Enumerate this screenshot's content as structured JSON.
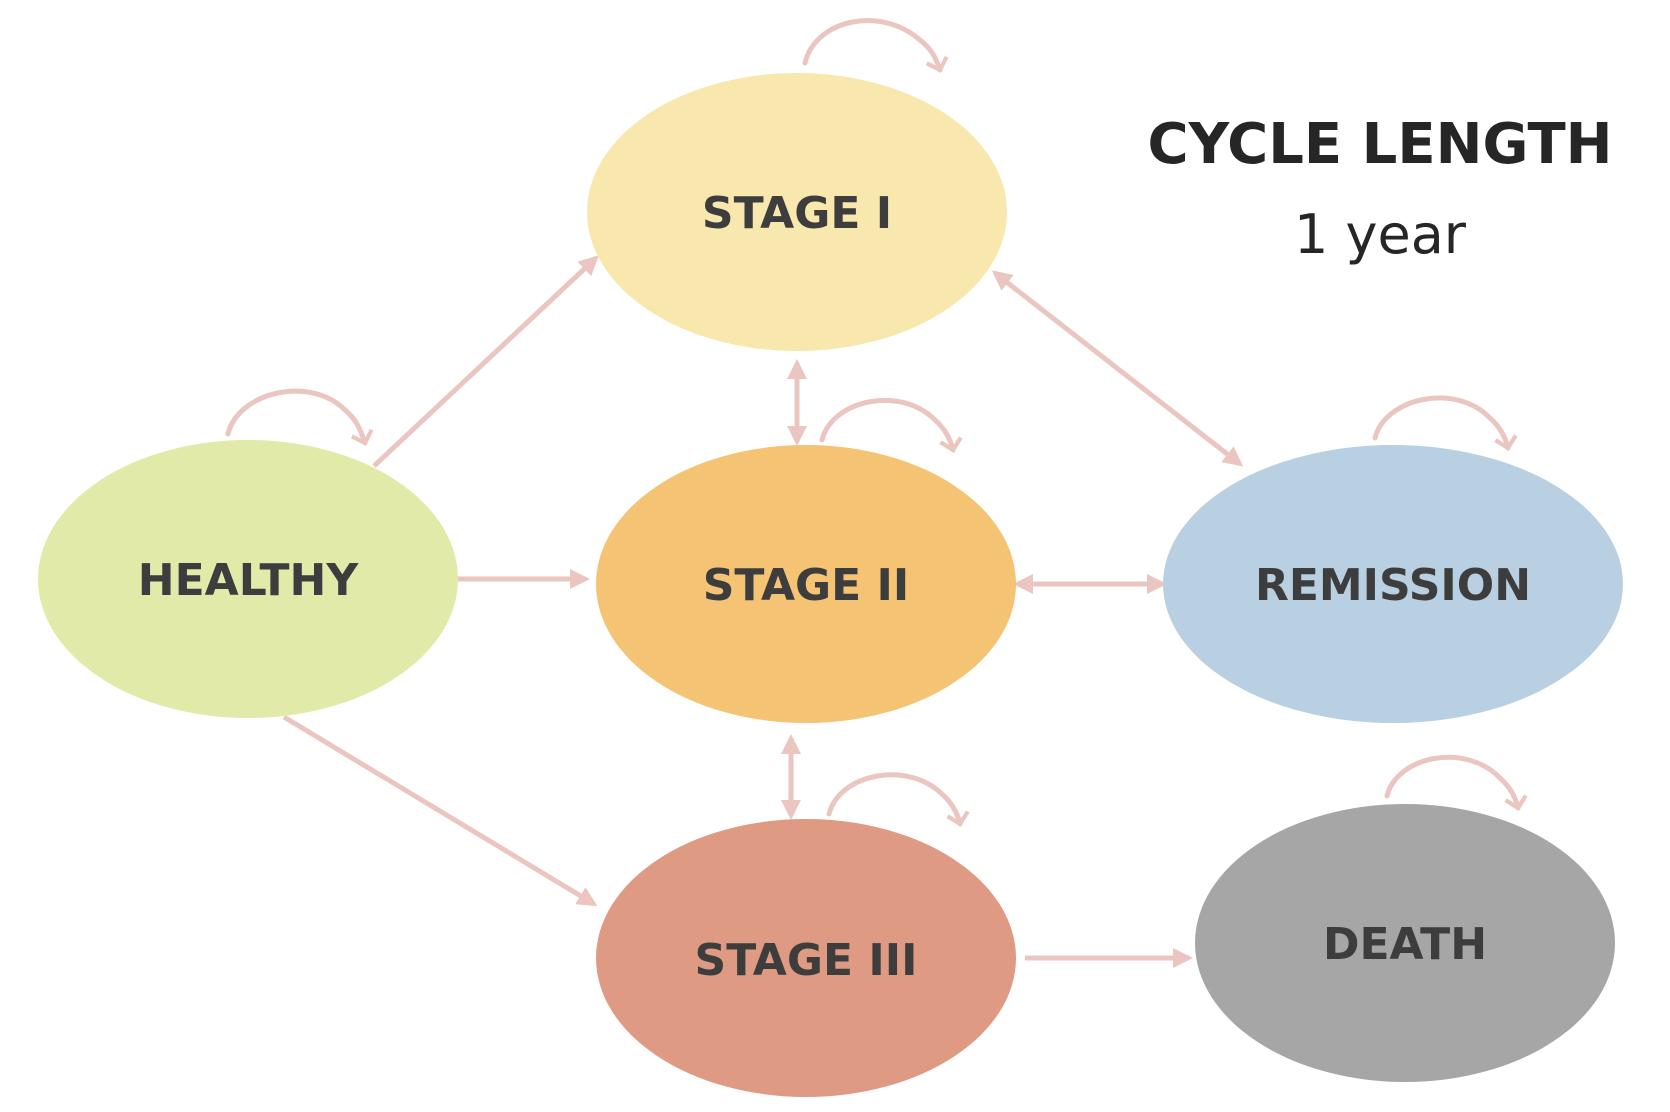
{
  "diagram": {
    "edge_color": "#ebc5bf",
    "states": [
      {
        "id": "stage1",
        "label": "STAGE I",
        "color": "#f9e8ae"
      },
      {
        "id": "healthy",
        "label": "HEALTHY",
        "color": "#e2eaa9"
      },
      {
        "id": "stage2",
        "label": "STAGE II",
        "color": "#f4c374"
      },
      {
        "id": "remission",
        "label": "REMISSION",
        "color": "#b8d0e1"
      },
      {
        "id": "stage3",
        "label": "STAGE III",
        "color": "#df9a84"
      },
      {
        "id": "death",
        "label": "DEATH",
        "color": "#a6a6a6"
      }
    ],
    "transitions": [
      {
        "from": "healthy",
        "to": "stage1",
        "direction": "one-way"
      },
      {
        "from": "healthy",
        "to": "stage2",
        "direction": "one-way"
      },
      {
        "from": "healthy",
        "to": "stage3",
        "direction": "one-way"
      },
      {
        "from": "stage1",
        "to": "stage2",
        "direction": "two-way"
      },
      {
        "from": "stage1",
        "to": "remission",
        "direction": "two-way"
      },
      {
        "from": "stage2",
        "to": "remission",
        "direction": "two-way"
      },
      {
        "from": "stage2",
        "to": "stage3",
        "direction": "two-way"
      },
      {
        "from": "stage3",
        "to": "death",
        "direction": "one-way"
      }
    ],
    "self_loops": [
      "stage1",
      "healthy",
      "stage2",
      "remission",
      "stage3",
      "death"
    ]
  },
  "cycle": {
    "title": "CYCLE LENGTH",
    "value": "1 year"
  }
}
